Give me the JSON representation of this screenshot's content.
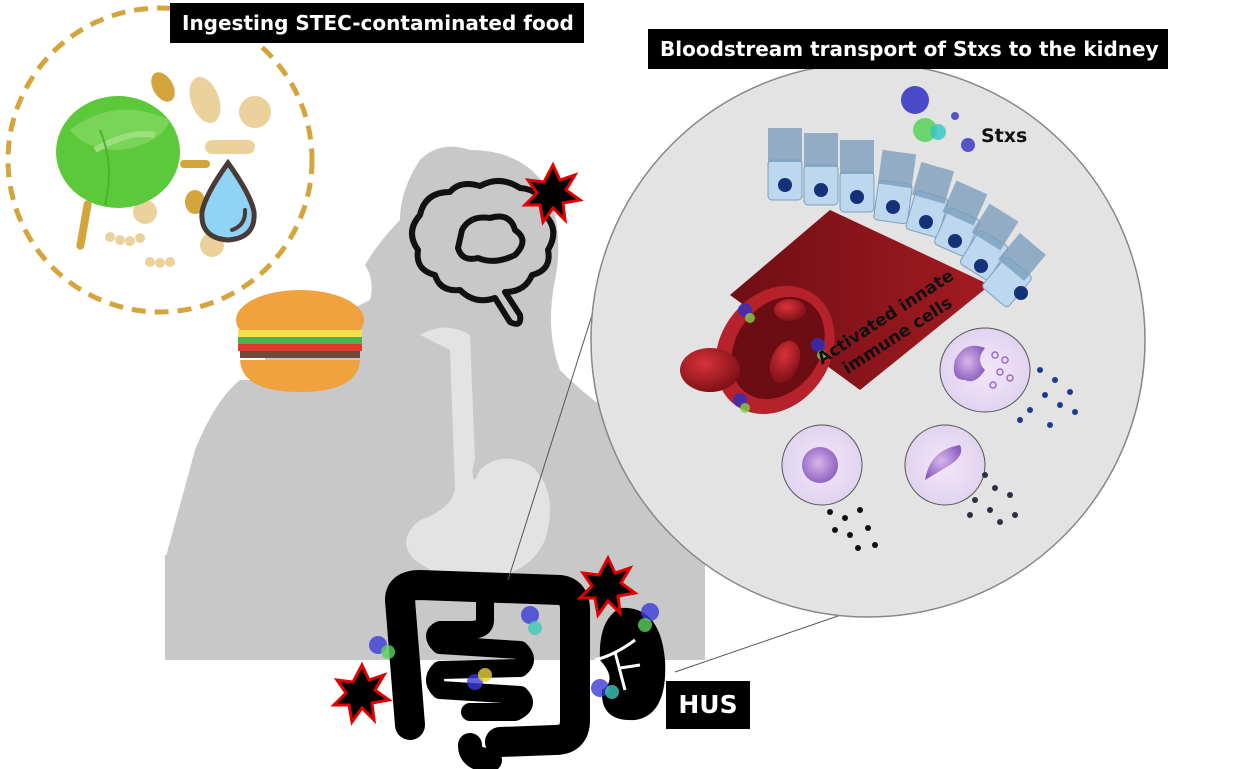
{
  "figure": {
    "title_ingest": "Ingesting STEC-contaminated food",
    "title_bloodstream": "Bloodstream transport of Stxs to the kidney",
    "stxs_label": "Stxs",
    "immune_label_line1": "Activated innate",
    "immune_label_line2": "immune cells",
    "hus_label": "HUS"
  },
  "colors": {
    "silhouette": "#c8c8c8",
    "dashed_circle": "#d4a53c",
    "zoom_circle_fill": "#e3e3e3",
    "vessel_red": "#8c1a1f",
    "epithelium_blue": "#bcd7ee",
    "burst_red": "#e00000",
    "immune_cell": "#e9dcf3"
  },
  "icons": [
    "cabbage-icon",
    "water-drop-icon",
    "burger-icon",
    "brain-icon",
    "intestine-icon",
    "kidney-icon",
    "burst-icon",
    "protein-toxin-icon",
    "blood-vessel-icon",
    "epithelial-cells-icon",
    "immune-cell-icon"
  ]
}
